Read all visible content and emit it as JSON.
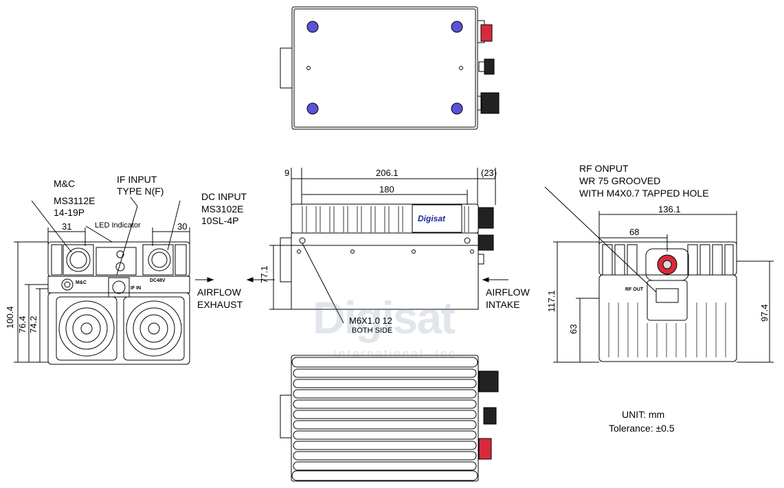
{
  "labels": {
    "mc": "M&C",
    "ms3112e": "MS3112E",
    "pin19": "14-19P",
    "if_input": "IF INPUT",
    "type_nf": "TYPE N(F)",
    "dc_input": "DC INPUT",
    "ms3102e": "MS3102E",
    "pin4": "10SL-4P",
    "led": "LED Indicator",
    "airflow_exhaust_1": "AIRFLOW",
    "airflow_exhaust_2": "EXHAUST",
    "airflow_intake_1": "AIRFLOW",
    "airflow_intake_2": "INTAKE",
    "screw": "M6X1.0 12",
    "both_side": "BOTH SIDE",
    "rf_output_1": "RF ONPUT",
    "rf_output_2": "WR 75 GROOVED",
    "rf_output_3": "WITH M4X0.7 TAPPED HOLE",
    "unit": "UNIT: mm",
    "tolerance": "Tolerance: ±0.5",
    "panel_mc": "M&C",
    "panel_dc": "DC48V",
    "panel_ifin": "IF IN",
    "panel_rfout": "RF OUT",
    "brand": "Digisat"
  },
  "dims": {
    "d31": "31",
    "d30": "30",
    "d1004": "100.4",
    "d764": "76.4",
    "d742": "74.2",
    "d9": "9",
    "d2061": "206.1",
    "d23": "(23)",
    "d180": "180",
    "d771": "77.1",
    "d1361": "136.1",
    "d68": "68",
    "d1171": "117.1",
    "d63": "63",
    "d974": "97.4"
  },
  "watermark": {
    "main": "Digisat",
    "sub": "International, Inc."
  },
  "colors": {
    "blue_hole": "#5a52d8",
    "red_connector": "#d82a3c",
    "line": "#000000"
  }
}
